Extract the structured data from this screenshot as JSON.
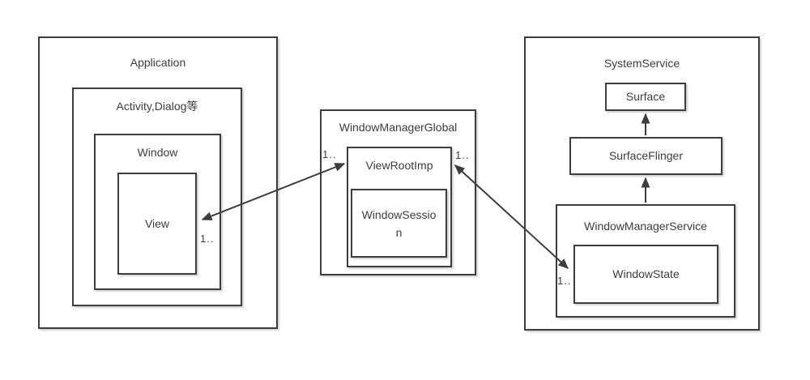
{
  "colors": {
    "line": "#3d3d3d",
    "text": "#3d3d3d",
    "background": "#ffffff"
  },
  "boxes": {
    "application": {
      "title": "Application"
    },
    "activity_dialog": {
      "title": "Activity,Dialog等"
    },
    "window": {
      "title": "Window"
    },
    "view": {
      "title": "View"
    },
    "window_manager_global": {
      "title": "WindowManagerGlobal"
    },
    "view_root_imp": {
      "title": "ViewRootImp"
    },
    "window_session": {
      "title": "WindowSession",
      "display_lines": [
        "WindowSessio",
        "n"
      ]
    },
    "system_service": {
      "title": "SystemService"
    },
    "surface": {
      "title": "Surface"
    },
    "surface_flinger": {
      "title": "SurfaceFlinger"
    },
    "window_manager_service": {
      "title": "WindowManagerService"
    },
    "window_state": {
      "title": "WindowState"
    }
  },
  "multiplicity_labels": {
    "view": "1..",
    "view_root_imp_left": "1..",
    "view_root_imp_right": "1..",
    "window_state": "1.."
  },
  "connections": [
    {
      "from": "View",
      "to": "ViewRootImp",
      "style": "double-arrow"
    },
    {
      "from": "ViewRootImp",
      "to": "WindowState",
      "style": "double-arrow"
    },
    {
      "from": "SurfaceFlinger",
      "to": "Surface",
      "style": "arrow"
    },
    {
      "from": "WindowManagerService",
      "to": "SurfaceFlinger",
      "style": "arrow"
    }
  ]
}
